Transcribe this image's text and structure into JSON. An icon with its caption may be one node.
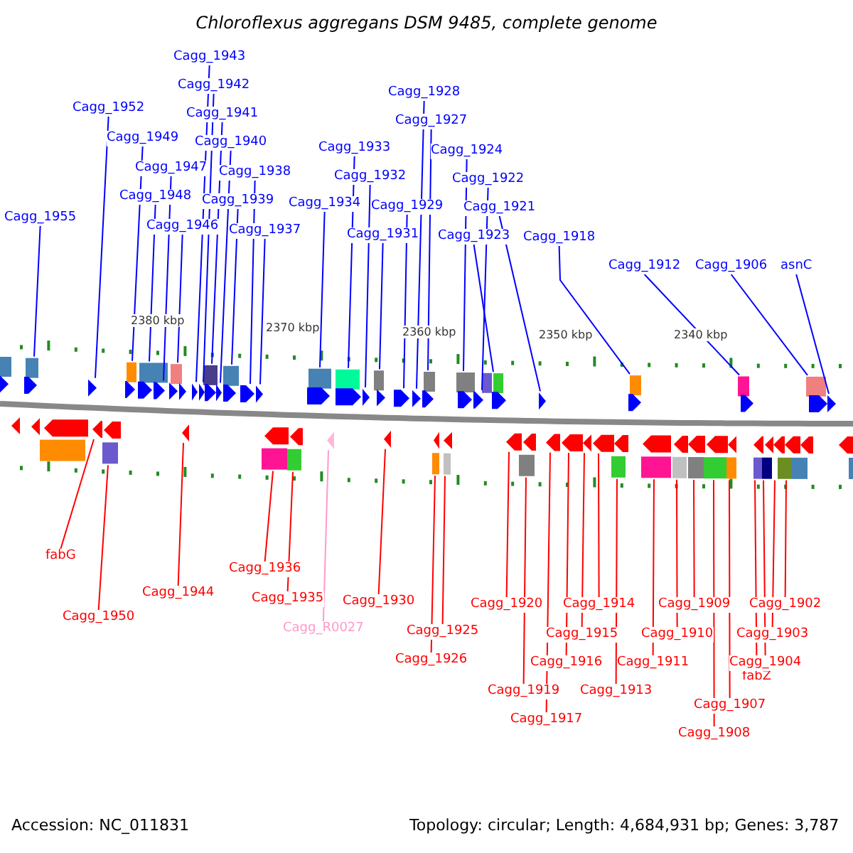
{
  "diagram": {
    "title": "Chloroflexus aggregans DSM 9485, complete genome",
    "nodes": [
      {
        "text": [
          "Cagg_1955"
        ]
      },
      {
        "text": [
          "Cagg_1952"
        ]
      },
      {
        "text": [
          "Cagg_1949"
        ]
      },
      {
        "text": [
          "Cagg_1947"
        ]
      },
      {
        "text": [
          "Cagg_1948"
        ]
      },
      {
        "text": [
          "Cagg_1946"
        ]
      },
      {
        "text": [
          "Cagg_1943"
        ]
      },
      {
        "text": [
          "Cagg_1942"
        ]
      },
      {
        "text": [
          "Cagg_1941"
        ]
      },
      {
        "text": [
          "Cagg_1940"
        ]
      },
      {
        "text": [
          "Cagg_1938"
        ]
      },
      {
        "text": [
          "Cagg_1939"
        ]
      },
      {
        "text": [
          "Cagg_1937"
        ]
      },
      {
        "text": [
          "Cagg_1934"
        ]
      },
      {
        "text": [
          "Cagg_1933"
        ]
      },
      {
        "text": [
          "Cagg_1932"
        ]
      },
      {
        "text": [
          "Cagg_1931"
        ]
      },
      {
        "text": [
          "Cagg_1929"
        ]
      },
      {
        "text": [
          "Cagg_1928"
        ]
      },
      {
        "text": [
          "Cagg_1927"
        ]
      },
      {
        "text": [
          "Cagg_1924"
        ]
      },
      {
        "text": [
          "Cagg_1922"
        ]
      },
      {
        "text": [
          "Cagg_1923"
        ]
      },
      {
        "text": [
          "Cagg_1921"
        ]
      },
      {
        "text": [
          "Cagg_1918"
        ]
      },
      {
        "text": [
          "Cagg_1912"
        ]
      },
      {
        "text": [
          "Cagg_1906"
        ]
      },
      {
        "text": [
          "asnC"
        ]
      },
      {
        "text": [
          "fabG"
        ]
      },
      {
        "text": [
          "Cagg_1950"
        ]
      },
      {
        "text": [
          "Cagg_1944"
        ]
      },
      {
        "text": [
          "Cagg_1936"
        ]
      },
      {
        "text": [
          "Cagg_1935"
        ]
      },
      {
        "text": [
          "Cagg_R0027"
        ]
      },
      {
        "text": [
          "Cagg_1930"
        ]
      },
      {
        "text": [
          "Cagg_1926"
        ]
      },
      {
        "text": [
          "Cagg_1925"
        ]
      },
      {
        "text": [
          "Cagg_1920"
        ]
      },
      {
        "text": [
          "Cagg_1919"
        ]
      },
      {
        "text": [
          "Cagg_1917"
        ]
      },
      {
        "text": [
          "Cagg_1916"
        ]
      },
      {
        "text": [
          "Cagg_1915"
        ]
      },
      {
        "text": [
          "Cagg_1914"
        ]
      },
      {
        "text": [
          "Cagg_1913"
        ]
      },
      {
        "text": [
          "Cagg_1911"
        ]
      },
      {
        "text": [
          "Cagg_1910"
        ]
      },
      {
        "text": [
          "Cagg_1909"
        ]
      },
      {
        "text": [
          "Cagg_1908"
        ]
      },
      {
        "text": [
          "Cagg_1907"
        ]
      },
      {
        "text": [
          "fabZ"
        ]
      },
      {
        "text": [
          "Cagg_1904"
        ]
      },
      {
        "text": [
          "Cagg_1903"
        ]
      },
      {
        "text": [
          "Cagg_1902"
        ]
      },
      {
        "text": [],
        "shape": "arrow"
      },
      {
        "text": [],
        "shape": "arrow"
      },
      {
        "text": [],
        "shape": "arrow"
      },
      {
        "text": [],
        "shape": "arrow"
      },
      {
        "text": [],
        "shape": "arrow"
      },
      {
        "text": [],
        "shape": "arrow"
      },
      {
        "text": [],
        "shape": "arrow"
      },
      {
        "text": [],
        "shape": "arrow"
      },
      {
        "text": [],
        "shape": "arrow"
      },
      {
        "text": [],
        "shape": "arrow"
      },
      {
        "text": [],
        "shape": "arrow"
      },
      {
        "text": [],
        "shape": "arrow"
      },
      {
        "text": [],
        "shape": "arrow"
      },
      {
        "text": [],
        "shape": "arrow"
      },
      {
        "text": [],
        "shape": "arrow"
      },
      {
        "text": [],
        "shape": "arrow"
      },
      {
        "text": [],
        "shape": "arrow"
      },
      {
        "text": [],
        "shape": "arrow"
      },
      {
        "text": [],
        "shape": "arrow"
      },
      {
        "text": [],
        "shape": "arrow"
      },
      {
        "text": [],
        "shape": "arrow"
      },
      {
        "text": [],
        "shape": "arrow"
      },
      {
        "text": [],
        "shape": "arrow"
      },
      {
        "text": [],
        "shape": "arrow"
      },
      {
        "text": [],
        "shape": "arrow"
      },
      {
        "text": [],
        "shape": "arrow"
      },
      {
        "text": [],
        "shape": "arrow"
      },
      {
        "text": [],
        "shape": "arrow"
      },
      {
        "text": [],
        "shape": "arrow"
      },
      {
        "text": [],
        "shape": "arrow"
      },
      {
        "text": [],
        "shape": "arrow"
      },
      {
        "text": [],
        "shape": "arrow"
      },
      {
        "text": [],
        "shape": "arrow"
      },
      {
        "text": [],
        "shape": "arrow"
      },
      {
        "text": [],
        "shape": "arrow"
      },
      {
        "text": [],
        "shape": "arrow"
      },
      {
        "text": [],
        "shape": "arrow"
      },
      {
        "text": [],
        "shape": "arrow"
      },
      {
        "text": [],
        "shape": "arrow"
      },
      {
        "text": [],
        "shape": "arrow"
      },
      {
        "text": [],
        "shape": "arrow"
      },
      {
        "text": [],
        "shape": "arrow"
      },
      {
        "text": [],
        "shape": "arrow"
      },
      {
        "text": [],
        "shape": "arrow"
      },
      {
        "text": [],
        "shape": "arrow"
      },
      {
        "text": [],
        "shape": "arrow"
      },
      {
        "text": [],
        "shape": "arrow"
      },
      {
        "text": [],
        "shape": "arrow"
      },
      {
        "text": [],
        "shape": "arrow"
      },
      {
        "text": [],
        "shape": "arrow"
      },
      {
        "text": [],
        "shape": "arrow"
      },
      {
        "text": [],
        "shape": "arrow"
      },
      {
        "text": [],
        "shape": "arrow"
      },
      {
        "text": [],
        "shape": "arrow"
      },
      {
        "text": [],
        "shape": "arrow"
      },
      {
        "text": [],
        "shape": "arrow"
      },
      {
        "text": [],
        "shape": "arrow"
      },
      {
        "text": [],
        "shape": "arrow"
      },
      {
        "text": [],
        "shape": "arrow"
      },
      {
        "text": [],
        "shape": "arrow"
      }
    ],
    "edges": [
      {
        "from": 0,
        "to": 53,
        "arrow": "none"
      },
      {
        "from": 1,
        "to": 54,
        "arrow": "none"
      },
      {
        "from": 2,
        "to": 55,
        "arrow": "none"
      },
      {
        "from": 3,
        "to": 56,
        "arrow": "none"
      },
      {
        "from": 4,
        "to": 57,
        "arrow": "none"
      },
      {
        "from": 5,
        "to": 58,
        "arrow": "none"
      },
      {
        "from": 6,
        "to": 59,
        "arrow": "none"
      },
      {
        "from": 7,
        "to": 60,
        "arrow": "none"
      },
      {
        "from": 8,
        "to": 61,
        "arrow": "none"
      },
      {
        "from": 9,
        "to": 62,
        "arrow": "none"
      },
      {
        "from": 10,
        "to": 63,
        "arrow": "none"
      },
      {
        "from": 11,
        "to": 64,
        "arrow": "none"
      },
      {
        "from": 12,
        "to": 65,
        "arrow": "none"
      },
      {
        "from": 13,
        "to": 66,
        "arrow": "none"
      },
      {
        "from": 14,
        "to": 67,
        "arrow": "none"
      },
      {
        "from": 15,
        "to": 68,
        "arrow": "none"
      },
      {
        "from": 16,
        "to": 69,
        "arrow": "none"
      },
      {
        "from": 17,
        "to": 70,
        "arrow": "none"
      },
      {
        "from": 18,
        "to": 71,
        "arrow": "none"
      },
      {
        "from": 19,
        "to": 72,
        "arrow": "none"
      },
      {
        "from": 20,
        "to": 73,
        "arrow": "none"
      },
      {
        "from": 21,
        "to": 74,
        "arrow": "none"
      },
      {
        "from": 22,
        "to": 75,
        "arrow": "none"
      },
      {
        "from": 23,
        "to": 76,
        "arrow": "none"
      },
      {
        "from": 24,
        "to": 77,
        "arrow": "none"
      },
      {
        "from": 25,
        "to": 78,
        "arrow": "none"
      },
      {
        "from": 26,
        "to": 79,
        "arrow": "none"
      },
      {
        "from": 27,
        "to": 80,
        "arrow": "none"
      },
      {
        "from": 28,
        "to": 81,
        "arrow": "none",
        "color": "#ff0000"
      },
      {
        "from": 29,
        "to": 82,
        "arrow": "none",
        "color": "#ff0000"
      },
      {
        "from": 30,
        "to": 83,
        "arrow": "none",
        "color": "#ff0000"
      },
      {
        "from": 31,
        "to": 84,
        "arrow": "none",
        "color": "#ff0000"
      },
      {
        "from": 32,
        "to": 85,
        "arrow": "none",
        "color": "#ff0000"
      },
      {
        "from": 33,
        "to": 86,
        "arrow": "none",
        "color": "#ff99cc"
      },
      {
        "from": 34,
        "to": 87,
        "arrow": "none",
        "color": "#ff0000"
      },
      {
        "from": 35,
        "to": 88,
        "arrow": "none",
        "color": "#ff0000"
      },
      {
        "from": 36,
        "to": 89,
        "arrow": "none",
        "color": "#ff0000"
      },
      {
        "from": 37,
        "to": 90,
        "arrow": "none",
        "color": "#ff0000"
      },
      {
        "from": 38,
        "to": 91,
        "arrow": "none",
        "color": "#ff0000"
      },
      {
        "from": 39,
        "to": 92,
        "arrow": "none",
        "color": "#ff0000"
      },
      {
        "from": 40,
        "to": 93,
        "arrow": "none",
        "color": "#ff0000"
      },
      {
        "from": 41,
        "to": 94,
        "arrow": "none",
        "color": "#ff0000"
      },
      {
        "from": 42,
        "to": 95,
        "arrow": "none",
        "color": "#ff0000"
      },
      {
        "from": 43,
        "to": 96,
        "arrow": "none",
        "color": "#ff0000"
      },
      {
        "from": 44,
        "to": 97,
        "arrow": "none",
        "color": "#ff0000"
      },
      {
        "from": 45,
        "to": 98,
        "arrow": "none",
        "color": "#ff0000"
      },
      {
        "from": 46,
        "to": 99,
        "arrow": "none",
        "color": "#ff0000"
      },
      {
        "from": 47,
        "to": 100,
        "arrow": "none",
        "color": "#ff0000"
      },
      {
        "from": 48,
        "to": 101,
        "arrow": "none",
        "color": "#ff0000"
      },
      {
        "from": 49,
        "to": 102,
        "arrow": "none",
        "color": "#ff0000"
      },
      {
        "from": 50,
        "to": 103,
        "arrow": "none",
        "color": "#ff0000"
      },
      {
        "from": 51,
        "to": 104,
        "arrow": "none",
        "color": "#ff0000"
      },
      {
        "from": 52,
        "to": 105,
        "arrow": "none",
        "color": "#ff0000"
      }
    ],
    "labels": [
      "2380 kbp",
      "2370 kbp",
      "2360 kbp",
      "2350 kbp",
      "2340 kbp",
      "Accession: NC_011831",
      "Topology: circular; Length: 4,684,931 bp; Genes: 3,787"
    ]
  }
}
